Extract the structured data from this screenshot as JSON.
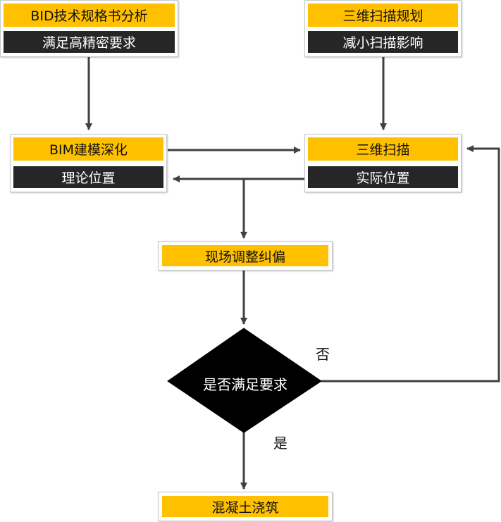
{
  "nodes": {
    "bid": {
      "title": "BID技术规格书分析",
      "subtitle": "满足高精密要求"
    },
    "scan_plan": {
      "title": "三维扫描规划",
      "subtitle": "减小扫描影响"
    },
    "bim": {
      "title": "BIM建模深化",
      "subtitle": "理论位置"
    },
    "scan": {
      "title": "三维扫描",
      "subtitle": "实际位置"
    },
    "adjust": {
      "title": "现场调整纠偏"
    },
    "decision": {
      "title": "是否满足要求"
    },
    "pour": {
      "title": "混凝土浇筑"
    }
  },
  "edges": {
    "no_label": "否",
    "yes_label": "是"
  },
  "colors": {
    "accent_yellow": "#ffc000",
    "dark_bar": "#262626",
    "decision_fill": "#000000",
    "connector": "#404040"
  }
}
